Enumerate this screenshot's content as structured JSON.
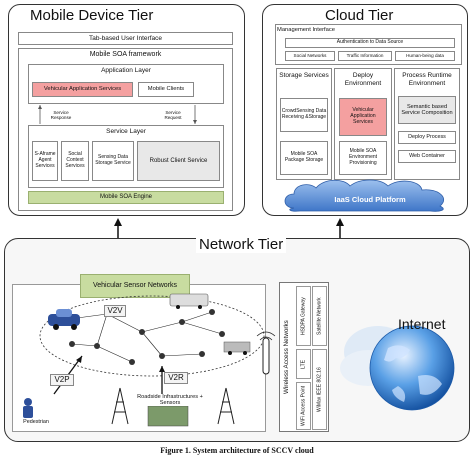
{
  "mobile_tier": {
    "title": "Mobile Device Tier",
    "tab_ui": "Tab-based User Interface",
    "framework": "Mobile SOA framework",
    "app_layer": "Application Layer",
    "vehicular_app_services": "Vehicular Application Services",
    "mobile_clients": "Mobile Clients",
    "service_response": "Service Response",
    "service_request": "Service Request",
    "service_layer": "Service Layer",
    "s_aframe": "S-Aframe Agent Services",
    "social_context": "Social Context Services",
    "sensing_data": "Sensing Data Storage Service",
    "robust_client": "Robust Client Service",
    "soa_engine": "Mobile SOA Engine"
  },
  "cloud_tier": {
    "title": "Cloud Tier",
    "mgmt_interface": "Management Interface",
    "auth": "Authentication to Data Source",
    "social_networks": "Social Networks",
    "traffic_info": "Traffic Information",
    "human_being": "Human-being data",
    "storage_services": "Storage Services",
    "deploy_env": "Deploy Environment",
    "process_runtime": "Process Runtime Environment",
    "crowdsensing": "CrowdSensing Data Receiving &Storage",
    "vehicular_app": "Vehicular Application Services",
    "semantic": "Semantic based Service Composition",
    "soa_pkg": "Mobile SOA Package Storage",
    "soa_env": "Mobile SOA Environment Provisioning",
    "deploy_process": "Deploy Process",
    "web_container": "Web Container",
    "iaas": "IaaS Cloud Platform"
  },
  "network_tier": {
    "title": "Network Tier",
    "vsn": "Vehicular Sensor Networks",
    "v2v": "V2V",
    "v2p": "V2P",
    "v2r": "V2R",
    "pedestrian": "Pedestrian",
    "roadside": "Roadside Infrastructures + Sensors",
    "wireless": "Wireless Access Networks",
    "hsdpa": "HSDPA Gateway",
    "satellite": "Satellite Network",
    "lte": "LTE",
    "wifi": "WiFi Access Point",
    "wimax": "WiMax IEEE 802.16",
    "internet": "Internet"
  },
  "caption": "Figure 1. System architecture of SCCV cloud",
  "colors": {
    "red_fill": "#f4a0a0",
    "green_fill": "#c8dca0",
    "cloud_blue": "#5b8ed6",
    "network_bg": "#f7f7f7"
  }
}
